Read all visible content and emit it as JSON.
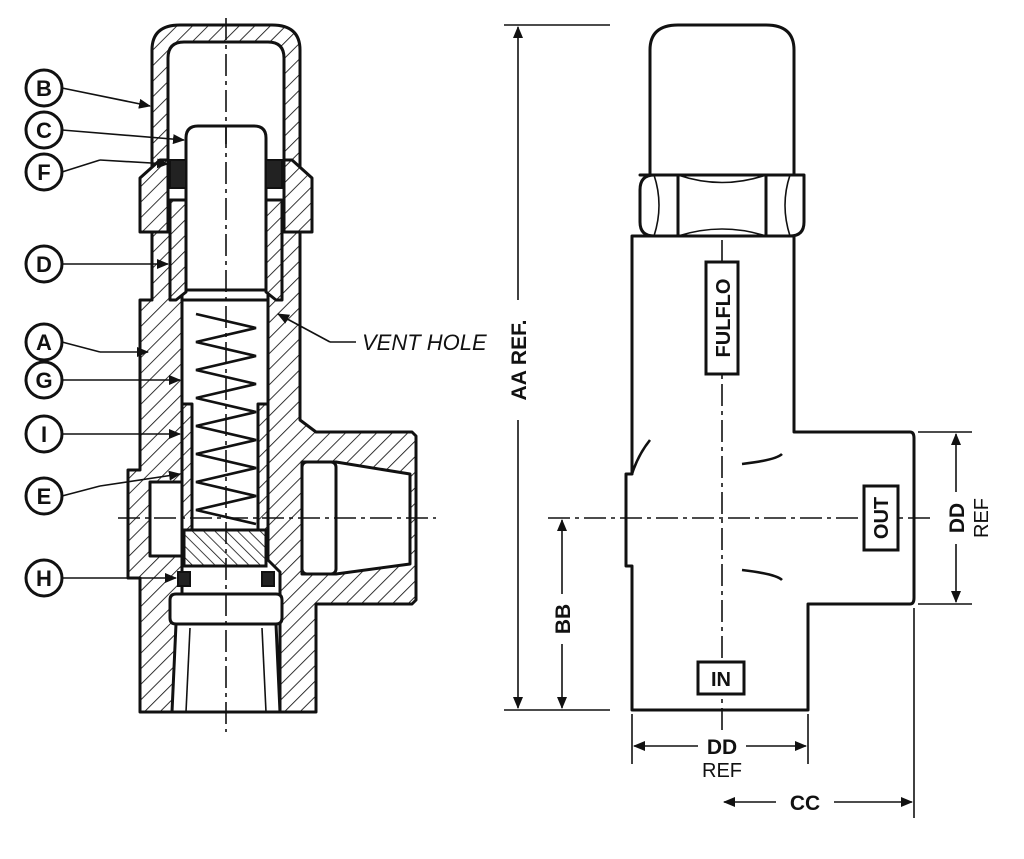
{
  "callouts": [
    "B",
    "C",
    "F",
    "D",
    "A",
    "G",
    "I",
    "E",
    "H"
  ],
  "vent_label": "VENT HOLE",
  "dimensions": {
    "aa": "AA REF.",
    "bb": "BB",
    "cc": "CC",
    "dd_bottom": "DD",
    "dd_bottom_ref": "REF",
    "dd_right": "DD",
    "dd_right_ref": "REF"
  },
  "body_markings": {
    "brand": "FULFLO",
    "outlet": "OUT",
    "inlet": "IN"
  }
}
